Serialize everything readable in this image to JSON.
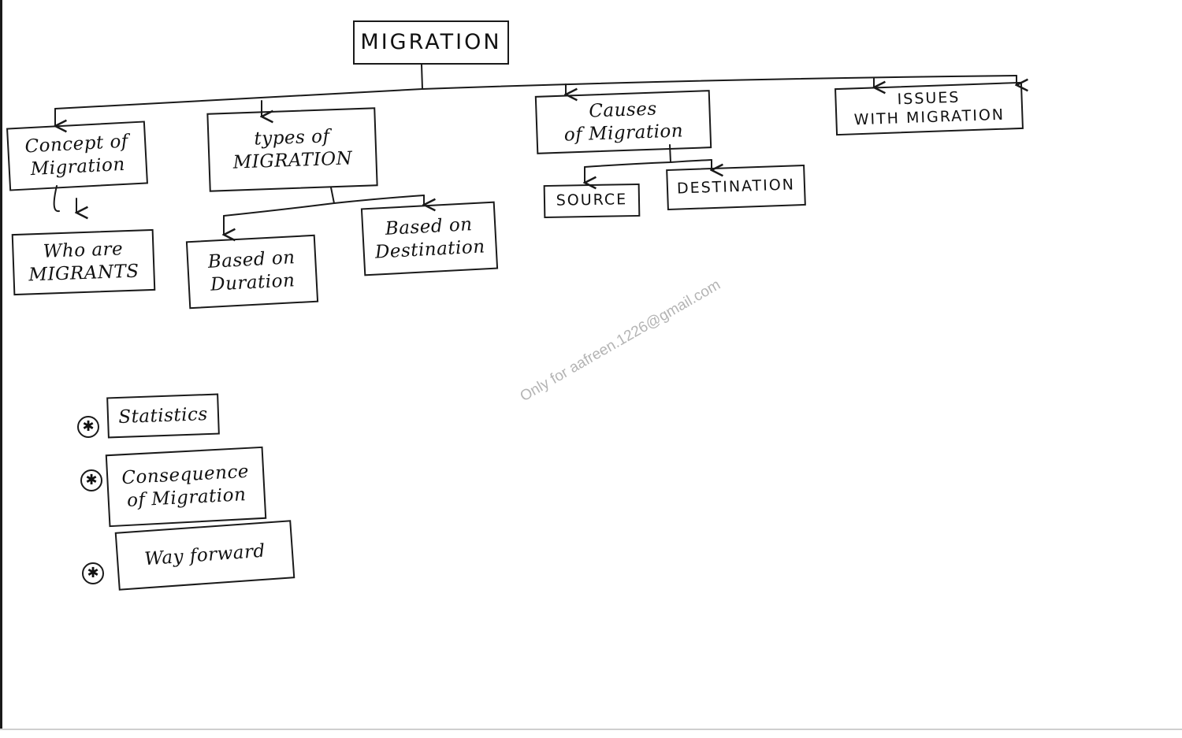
{
  "diagram": {
    "root": {
      "label": "MIGRATION"
    },
    "branches": [
      {
        "label": "Concept of\nMigration",
        "child": "Who are\nMIGRANTS"
      },
      {
        "label": "types of\nMIGRATION",
        "children": [
          "Based on\nDuration",
          "Based on\nDestination"
        ]
      },
      {
        "label": "Causes\nof Migration",
        "children": [
          "SOURCE",
          "DESTINATION"
        ]
      },
      {
        "label": "ISSUES\nWITH MIGRATION"
      }
    ],
    "bullets": [
      {
        "label": "Statistics",
        "marker": "✱"
      },
      {
        "label": "Consequence\nof Migration",
        "marker": "✱"
      },
      {
        "label": "Way forward",
        "marker": "✱"
      }
    ]
  },
  "watermark": "Only for aafreen.1226@gmail.com",
  "colors": {
    "ink": "#1a1a1a",
    "watermark": "#b4b4b4",
    "background": "#ffffff"
  }
}
